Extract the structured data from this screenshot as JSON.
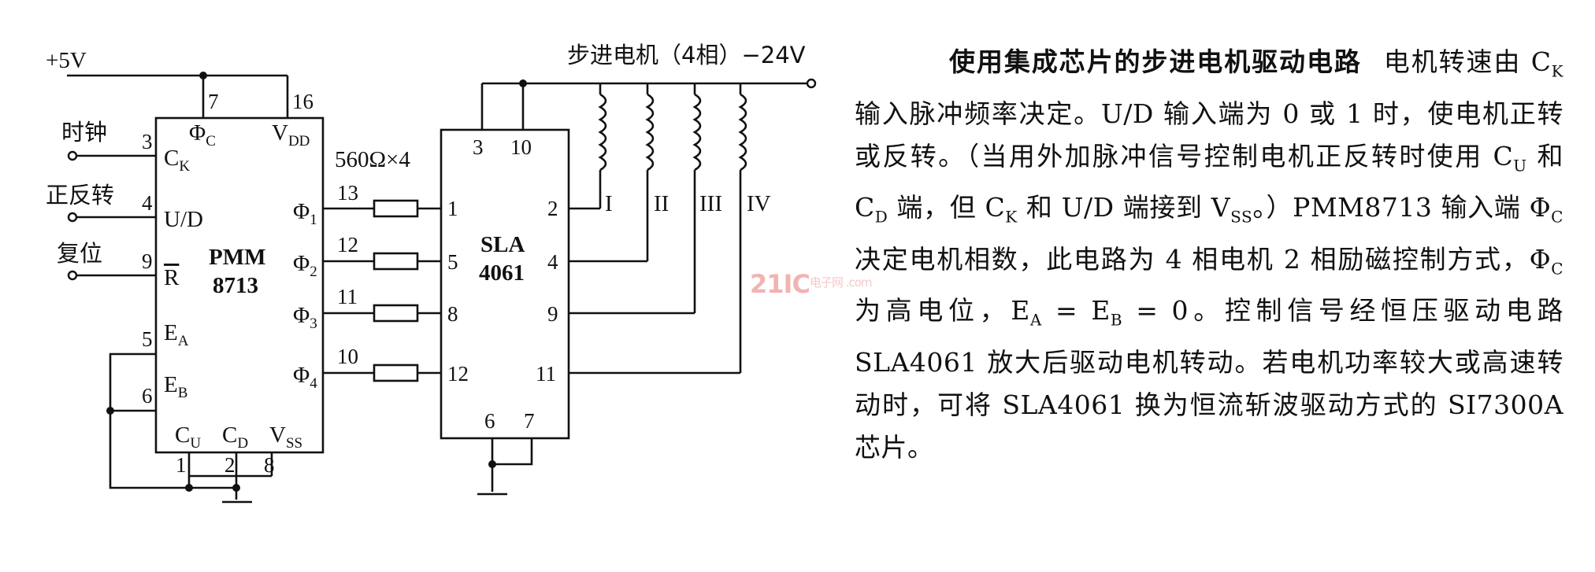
{
  "circuit": {
    "supply_pos": "+5V",
    "motor_label": "步进电机（4相）−24V",
    "inputs": {
      "clock": "时钟",
      "direction": "正反转",
      "reset": "复位"
    },
    "chip1": {
      "name_line1": "PMM",
      "name_line2": "8713",
      "pins": {
        "phic": "Φ",
        "phic_sub": "C",
        "vdd": "V",
        "vdd_sub": "DD",
        "ck": "C",
        "ck_sub": "K",
        "ud": "U/D",
        "r": "R",
        "ea": "E",
        "ea_sub": "A",
        "eb": "E",
        "eb_sub": "B",
        "cu": "C",
        "cu_sub": "U",
        "cd": "C",
        "cd_sub": "D",
        "vss": "V",
        "vss_sub": "SS",
        "phi": "Φ",
        "phi1_sub": "1",
        "phi2_sub": "2",
        "phi3_sub": "3",
        "phi4_sub": "4"
      },
      "pin_numbers": {
        "p7": "7",
        "p16": "16",
        "p3": "3",
        "p4": "4",
        "p9": "9",
        "p5": "5",
        "p6": "6",
        "p1": "1",
        "p2": "2",
        "p8": "8",
        "p13": "13",
        "p12": "12",
        "p11": "11",
        "p10": "10"
      }
    },
    "resistors_label": "560Ω×4",
    "chip2": {
      "name_line1": "SLA",
      "name_line2": "4061",
      "pin_numbers": {
        "p3": "3",
        "p10": "10",
        "p1": "1",
        "p5": "5",
        "p8": "8",
        "p12": "12",
        "p2": "2",
        "p4": "4",
        "p9": "9",
        "p11": "11",
        "p6": "6",
        "p7": "7"
      }
    },
    "phases": [
      "I",
      "II",
      "III",
      "IV"
    ]
  },
  "description": {
    "title": "使用集成芯片的步进电机驱动电路",
    "t01": "电机转速由 C",
    "s01": "K",
    "t02": " 输入脉冲频率决定。U/D 输入端为 0 或 1 时，使电机正转或反转。（当用外加脉冲信号控制电机正反转时使用 C",
    "s02": "U",
    "t03": " 和 C",
    "s03": "D",
    "t04": " 端，但 C",
    "s04": "K",
    "t05": " 和 U/D 端接到 V",
    "s05": "SS",
    "t06": "。）PMM8713 输入端 Φ",
    "s06": "C",
    "t07": " 决定电机相数，此电路为 4 相电机 2 相励磁控制方式，Φ",
    "s07": "C",
    "t08": " 为高电位，E",
    "s08": "A",
    "t09": " = E",
    "s09": "B",
    "t10": " = 0。控制信号经恒压驱动电路 SLA4061 放大后驱动电机转动。若电机功率较大或高速转动时，可将 SLA4061 换为恒流斩波驱动方式的 SI7300A 芯片。"
  },
  "watermark": {
    "main": "21IC",
    "small": "电子网 .com"
  }
}
